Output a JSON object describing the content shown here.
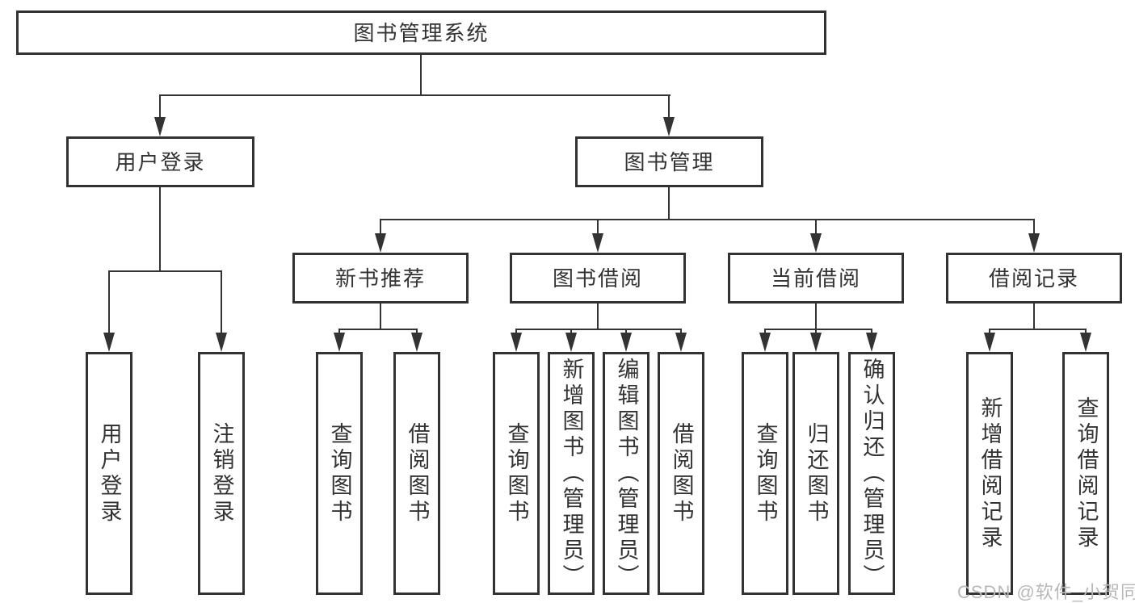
{
  "diagram_type": "hierarchy-tree",
  "colors": {
    "background": "#ffffff",
    "box_border": "#323232",
    "connector_line": "#333333",
    "text": "#333333",
    "watermark_text": "#b8b8b8"
  },
  "tree": {
    "root": {
      "label": "图书管理系统"
    },
    "branches": [
      {
        "label": "用户登录",
        "children": [
          {
            "label": "用户登录"
          },
          {
            "label": "注销登录"
          }
        ]
      },
      {
        "label": "图书管理",
        "groups": [
          {
            "label": "新书推荐",
            "children": [
              {
                "label": "查询图书"
              },
              {
                "label": "借阅图书"
              }
            ]
          },
          {
            "label": "图书借阅",
            "children": [
              {
                "label": "查询图书"
              },
              {
                "label": "新增图书（管理员）"
              },
              {
                "label": "编辑图书（管理员）"
              },
              {
                "label": "借阅图书"
              }
            ]
          },
          {
            "label": "当前借阅",
            "children": [
              {
                "label": "查询图书"
              },
              {
                "label": "归还图书"
              },
              {
                "label": "确认归还（管理员）"
              }
            ]
          },
          {
            "label": "借阅记录",
            "children": [
              {
                "label": "新增借阅记录"
              },
              {
                "label": "查询借阅记录"
              }
            ]
          }
        ]
      }
    ]
  },
  "watermark": {
    "text": "CSDN @软件_小贺同学"
  }
}
